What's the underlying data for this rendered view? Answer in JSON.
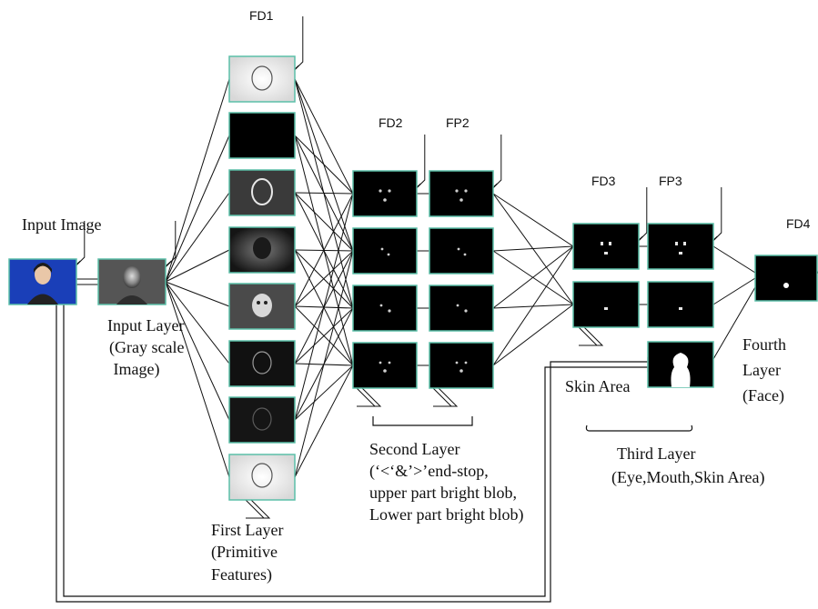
{
  "input": {
    "title": "Input Image",
    "layer_label": [
      "Input Layer",
      "(Gray scale",
      " Image)"
    ]
  },
  "layers": {
    "fd1": {
      "label": "FD1"
    },
    "fd2": {
      "label": "FD2"
    },
    "fp2": {
      "label": "FP2"
    },
    "fd3": {
      "label": "FD3"
    },
    "fp3": {
      "label": "FP3"
    },
    "fd4": {
      "label": "FD4"
    }
  },
  "captions": {
    "first": [
      "First Layer",
      "(Primitive",
      "Features)"
    ],
    "second": [
      "Second Layer",
      "(‘<‘&’>’end-stop,",
      "upper part bright blob,",
      "Lower part bright blob)"
    ],
    "third": [
      "Third Layer",
      "(Eye,Mouth,Skin Area)"
    ],
    "fourth": [
      "Fourth",
      "Layer",
      "(Face)"
    ],
    "skin": "Skin Area"
  },
  "colors": {
    "plane_border": "#5bbfa8",
    "input_bg": "#1a3fb8",
    "line": "#111111"
  }
}
